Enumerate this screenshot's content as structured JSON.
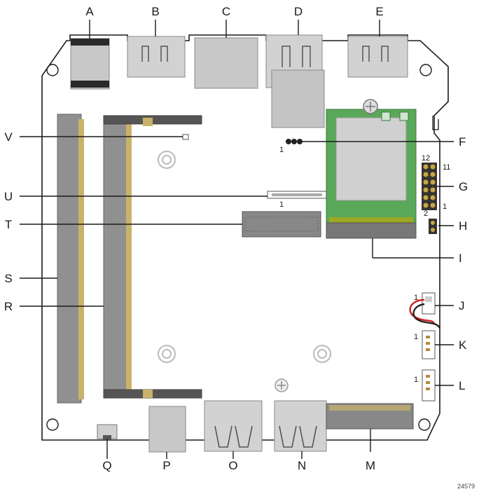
{
  "callouts": [
    {
      "id": "A",
      "label": "A"
    },
    {
      "id": "B",
      "label": "B"
    },
    {
      "id": "C",
      "label": "C"
    },
    {
      "id": "D",
      "label": "D"
    },
    {
      "id": "E",
      "label": "E"
    },
    {
      "id": "F",
      "label": "F"
    },
    {
      "id": "G",
      "label": "G"
    },
    {
      "id": "H",
      "label": "H"
    },
    {
      "id": "I",
      "label": "I"
    },
    {
      "id": "J",
      "label": "J"
    },
    {
      "id": "K",
      "label": "K"
    },
    {
      "id": "L",
      "label": "L"
    },
    {
      "id": "M",
      "label": "M"
    },
    {
      "id": "N",
      "label": "N"
    },
    {
      "id": "O",
      "label": "O"
    },
    {
      "id": "P",
      "label": "P"
    },
    {
      "id": "Q",
      "label": "Q"
    },
    {
      "id": "R",
      "label": "R"
    },
    {
      "id": "S",
      "label": "S"
    },
    {
      "id": "T",
      "label": "T"
    },
    {
      "id": "U",
      "label": "U"
    },
    {
      "id": "V",
      "label": "V"
    }
  ],
  "pin_labels": {
    "f_pin1": "1",
    "g_pin12": "12",
    "g_pin11": "11",
    "g_pin2": "2",
    "g_pin1": "1",
    "u_pin1": "1",
    "j_pin1": "1",
    "k_pin1": "1",
    "l_pin1": "1"
  },
  "figure_number": "24579",
  "colors": {
    "board_outline": "#1a1a1a",
    "component_gray": "#c8c8c8",
    "component_dark": "#7a7a7a",
    "module_green": "#5aa85a",
    "wire_red": "#d22020"
  }
}
